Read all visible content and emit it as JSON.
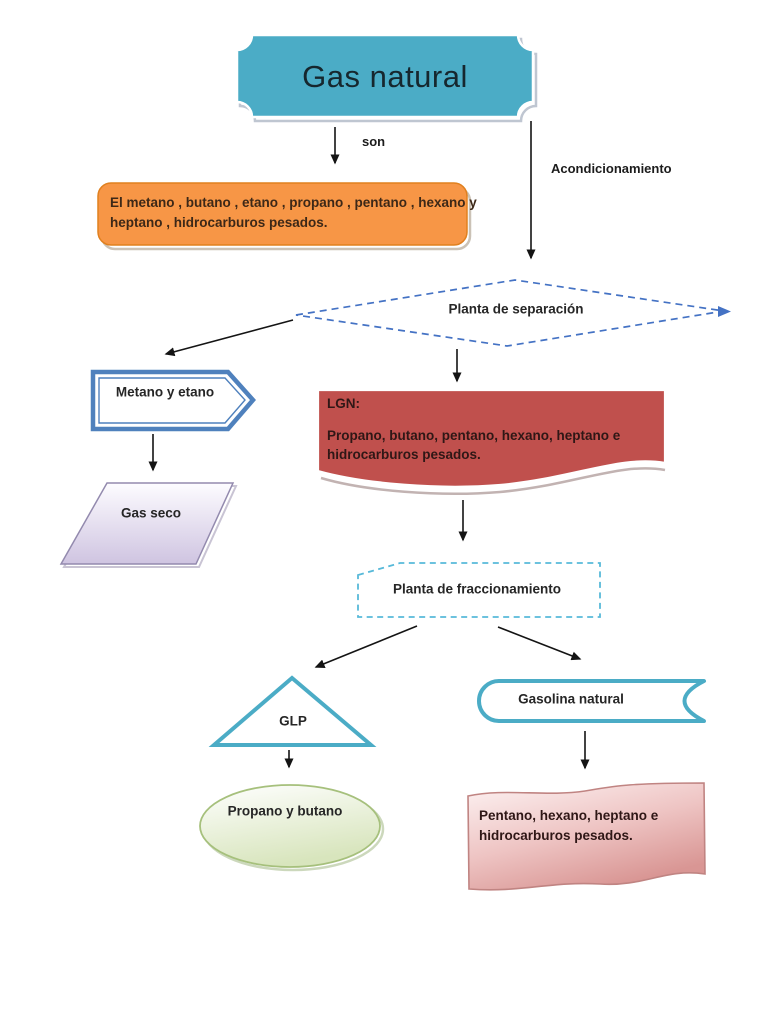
{
  "colors": {
    "teal": "#4bacc6",
    "orange": "#f79646",
    "brick_red": "#c0504d",
    "pentagon_blue": "#4f81bd",
    "diamond_dash_blue": "#4472c4",
    "fraccionamiento_dash_blue": "#57b9d9",
    "lavender": "#cfc4e1",
    "light_green": "#d8e5bd",
    "pink": "#d99694"
  },
  "title": {
    "label": "Gas natural"
  },
  "edge_labels": {
    "son": "son",
    "acondicionamiento": "Acondicionamiento"
  },
  "nodes": {
    "composition": {
      "lines": [
        "El metano , butano , etano , propano , pentano , hexano y",
        "heptano , hidrocarburos pesados."
      ]
    },
    "planta_separacion": {
      "label": "Planta de separación"
    },
    "metano_etano": {
      "label": "Metano y etano"
    },
    "gas_seco": {
      "label": "Gas seco"
    },
    "lgn": {
      "heading": "LGN:",
      "lines": [
        "Propano, butano, pentano, hexano, heptano e",
        "hidrocarburos pesados."
      ]
    },
    "planta_fraccionamiento": {
      "label": "Planta de fraccionamiento"
    },
    "glp": {
      "label": "GLP"
    },
    "gasolina_natural": {
      "label": "Gasolina natural"
    },
    "propano_butano": {
      "label": "Propano y butano"
    },
    "pentano_mix": {
      "lines": [
        "Pentano, hexano, heptano e",
        "hidrocarburos pesados."
      ]
    }
  }
}
